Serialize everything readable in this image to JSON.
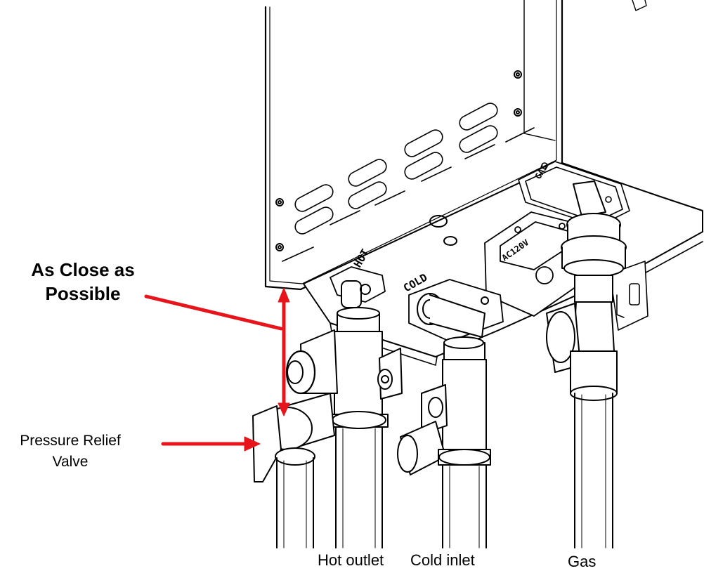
{
  "annotations": {
    "close": {
      "line1": "As Close as",
      "line2": "Possible"
    },
    "relief": {
      "line1": "Pressure Relief",
      "line2": "Valve"
    }
  },
  "pipes": {
    "hot": "Hot outlet",
    "cold": "Cold inlet",
    "gas": "Gas"
  },
  "unit_markings": {
    "hot": "HOT",
    "cold": "COLD",
    "gas": "GAS",
    "voltage": "AC120V"
  },
  "colors": {
    "arrow": "#e8141b",
    "line": "#000000",
    "background": "#ffffff"
  }
}
